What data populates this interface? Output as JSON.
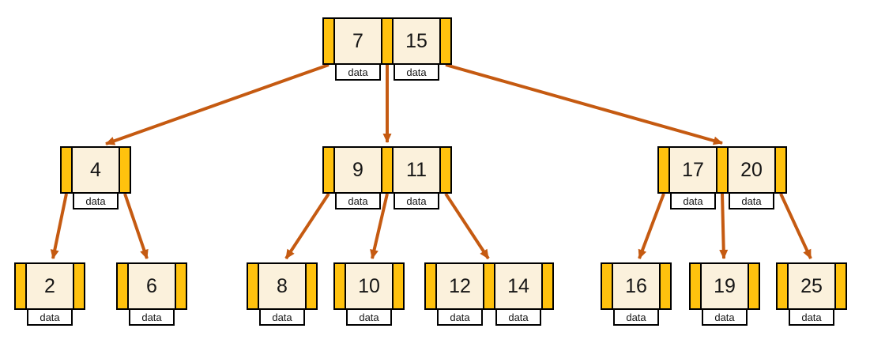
{
  "diagram": {
    "type": "b-tree",
    "data_label": "data",
    "nodes": [
      {
        "id": "root",
        "level": 0,
        "keys": [
          "7",
          "15"
        ]
      },
      {
        "id": "node-4",
        "level": 1,
        "keys": [
          "4"
        ]
      },
      {
        "id": "node-9-11",
        "level": 1,
        "keys": [
          "9",
          "11"
        ]
      },
      {
        "id": "node-17-20",
        "level": 1,
        "keys": [
          "17",
          "20"
        ]
      },
      {
        "id": "node-2",
        "level": 2,
        "keys": [
          "2"
        ]
      },
      {
        "id": "node-6",
        "level": 2,
        "keys": [
          "6"
        ]
      },
      {
        "id": "node-8",
        "level": 2,
        "keys": [
          "8"
        ]
      },
      {
        "id": "node-10",
        "level": 2,
        "keys": [
          "10"
        ]
      },
      {
        "id": "node-12-14",
        "level": 2,
        "keys": [
          "12",
          "14"
        ]
      },
      {
        "id": "node-16",
        "level": 2,
        "keys": [
          "16"
        ]
      },
      {
        "id": "node-19",
        "level": 2,
        "keys": [
          "19"
        ]
      },
      {
        "id": "node-25",
        "level": 2,
        "keys": [
          "25"
        ]
      }
    ],
    "edges": [
      {
        "from": "root",
        "pointer": "left",
        "to": "node-4"
      },
      {
        "from": "root",
        "pointer": "middle",
        "to": "node-9-11"
      },
      {
        "from": "root",
        "pointer": "right",
        "to": "node-17-20"
      },
      {
        "from": "node-4",
        "pointer": "left",
        "to": "node-2"
      },
      {
        "from": "node-4",
        "pointer": "right",
        "to": "node-6"
      },
      {
        "from": "node-9-11",
        "pointer": "left",
        "to": "node-8"
      },
      {
        "from": "node-9-11",
        "pointer": "middle",
        "to": "node-10"
      },
      {
        "from": "node-9-11",
        "pointer": "right",
        "to": "node-12-14"
      },
      {
        "from": "node-17-20",
        "pointer": "left",
        "to": "node-16"
      },
      {
        "from": "node-17-20",
        "pointer": "middle",
        "to": "node-19"
      },
      {
        "from": "node-17-20",
        "pointer": "right",
        "to": "node-25"
      }
    ],
    "colors": {
      "pointer_slot": "#FFC20E",
      "key_fill": "#FBF1DC",
      "data_fill": "#FFFFFF",
      "arrow": "#C55A11",
      "border": "#000000",
      "background": "#FFFFFF"
    }
  }
}
